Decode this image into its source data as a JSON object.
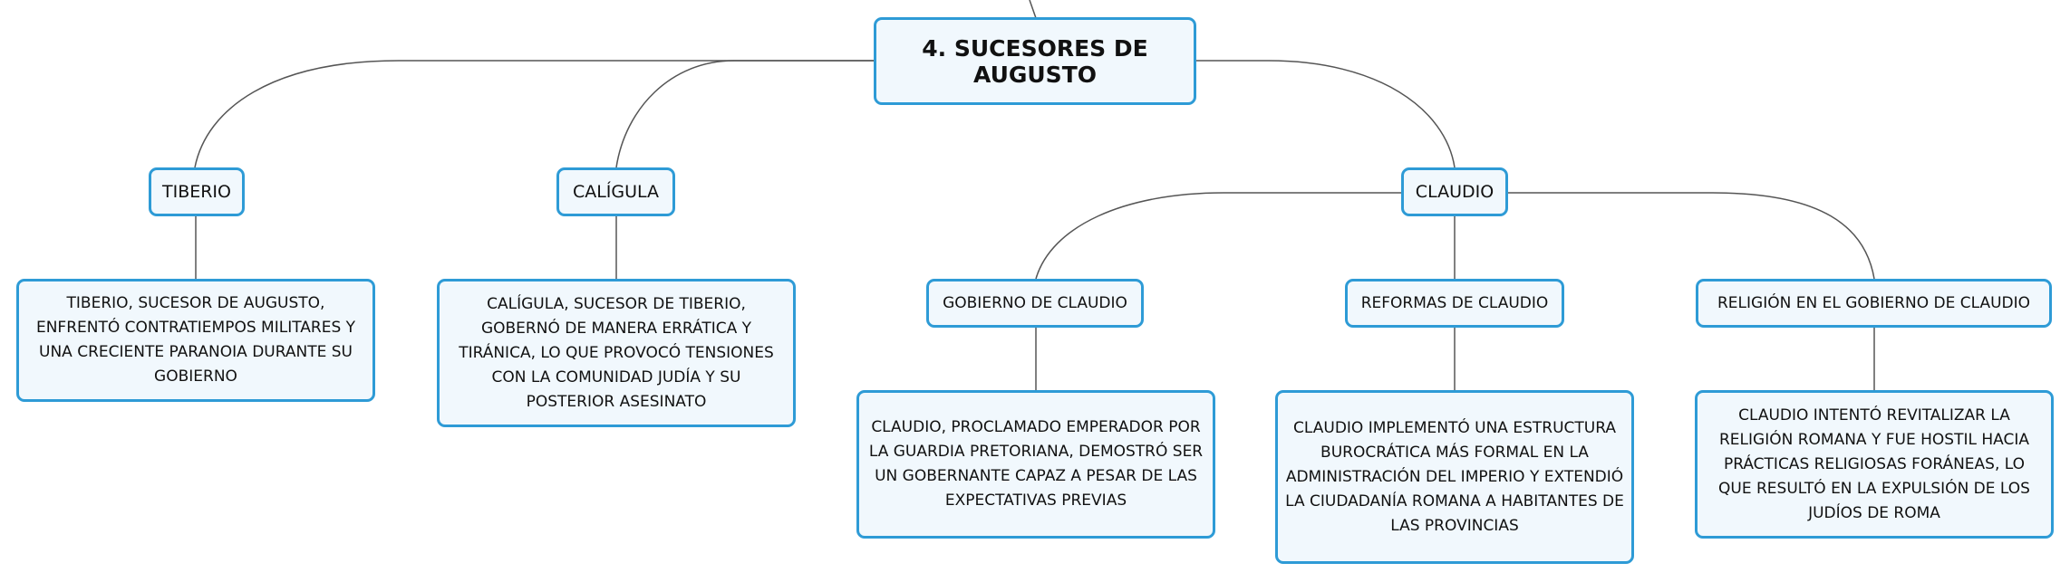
{
  "root": "4. SUCESORES DE AUGUSTO",
  "branches": [
    {
      "label": "TIBERIO",
      "description": "TIBERIO, SUCESOR DE AUGUSTO, ENFRENTÓ CONTRATIEMPOS MILITARES Y UNA CRECIENTE PARANOIA DURANTE SU GOBIERNO"
    },
    {
      "label": "CALÍGULA",
      "description": "CALÍGULA, SUCESOR DE TIBERIO, GOBERNÓ DE MANERA ERRÁTICA Y TIRÁNICA, LO QUE PROVOCÓ TENSIONES CON LA COMUNIDAD JUDÍA Y SU POSTERIOR ASESINATO"
    },
    {
      "label": "CLAUDIO",
      "children": [
        {
          "label": "GOBIERNO DE CLAUDIO",
          "description": "CLAUDIO, PROCLAMADO EMPERADOR POR LA GUARDIA PRETORIANA, DEMOSTRÓ SER UN GOBERNANTE CAPAZ A PESAR DE LAS EXPECTATIVAS PREVIAS"
        },
        {
          "label": "REFORMAS DE CLAUDIO",
          "description": "CLAUDIO IMPLEMENTÓ UNA ESTRUCTURA BUROCRÁTICA MÁS FORMAL EN LA ADMINISTRACIÓN DEL IMPERIO Y EXTENDIÓ LA CIUDADANÍA ROMANA A HABITANTES DE LAS PROVINCIAS"
        },
        {
          "label": "RELIGIÓN EN EL GOBIERNO DE CLAUDIO",
          "description": "CLAUDIO INTENTÓ REVITALIZAR LA RELIGIÓN ROMANA Y FUE HOSTIL HACIA PRÁCTICAS RELIGIOSAS FORÁNEAS, LO QUE RESULTÓ EN LA EXPULSIÓN DE LOS JUDÍOS DE ROMA"
        }
      ]
    }
  ]
}
